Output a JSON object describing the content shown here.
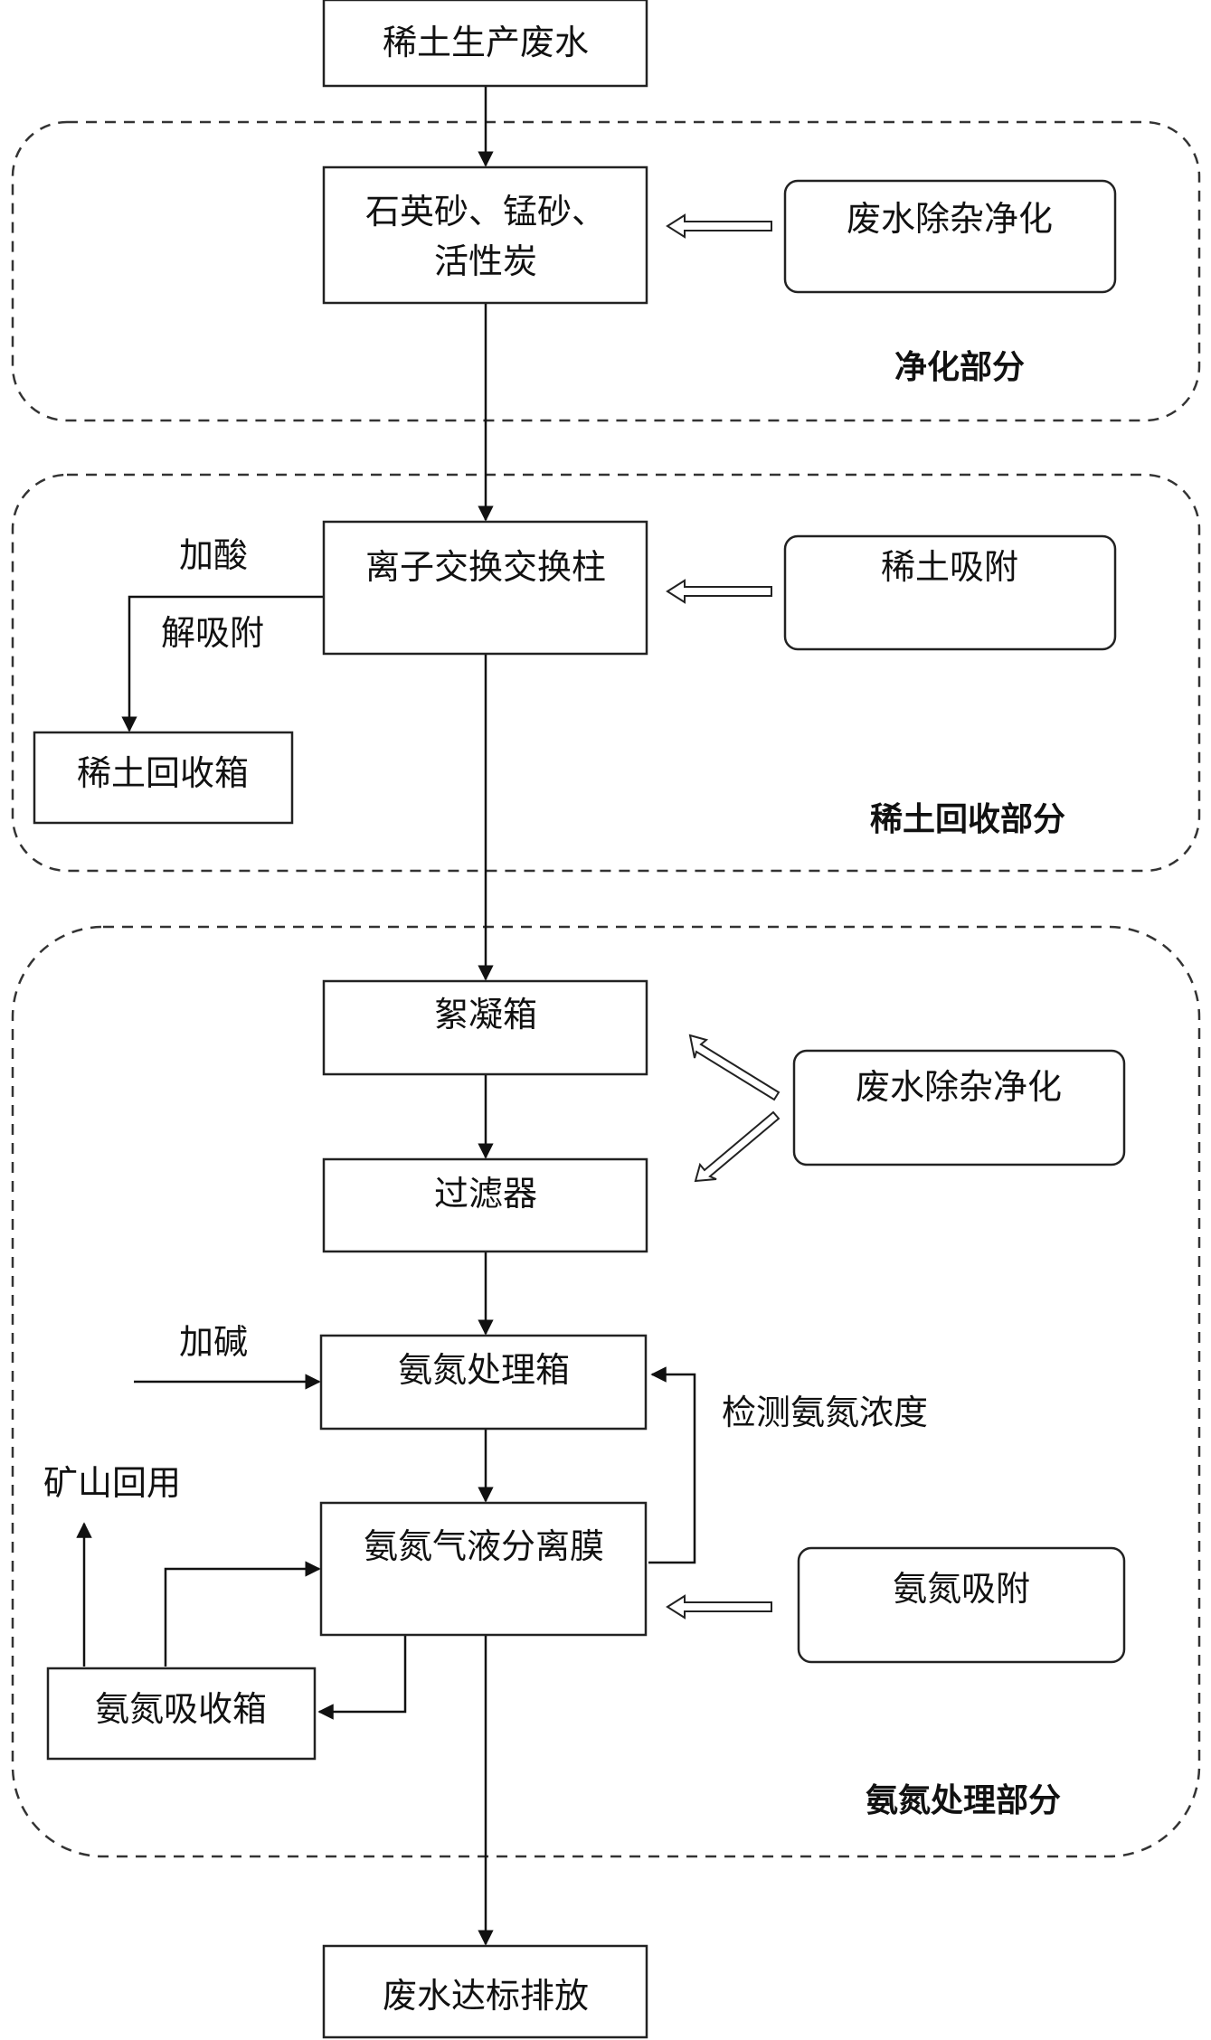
{
  "diagram": {
    "nodes": {
      "wastewater": "稀土生产废水",
      "filter_media": [
        "石英砂、锰砂、",
        "活性炭"
      ],
      "purify_1": "废水除杂净化",
      "ion_exchange": "离子交换交换柱",
      "re_adsorb": "稀土吸附",
      "re_recovery_box": "稀土回收箱",
      "flocculation": "絮凝箱",
      "purify_2": "废水除杂净化",
      "filter": "过滤器",
      "ammonia_tank": "氨氮处理箱",
      "membrane": "氨氮气液分离膜",
      "ammonia_adsorb": "氨氮吸附",
      "absorb_box": "氨氮吸收箱",
      "discharge": "废水达标排放"
    },
    "labels": {
      "add_acid": "加酸",
      "desorb": "解吸附",
      "add_alkali": "加碱",
      "detect": "检测氨氮浓度",
      "mine_reuse": "矿山回用"
    },
    "groups": {
      "purify": "净化部分",
      "recovery": "稀土回收部分",
      "ammonia": "氨氮处理部分"
    }
  }
}
